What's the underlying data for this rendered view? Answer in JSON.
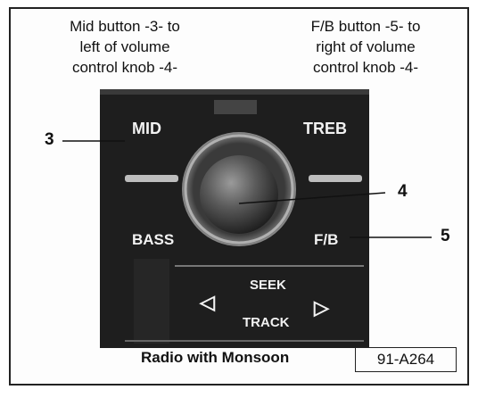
{
  "callouts": {
    "mid_caption": [
      "Mid button -3- to",
      "left of volume",
      "control knob -4-"
    ],
    "fb_caption": [
      "F/B button -5- to",
      "right of volume",
      "control knob -4-"
    ],
    "num_3": "3",
    "num_4": "4",
    "num_5": "5"
  },
  "buttons": {
    "mid": "MID",
    "treb": "TREB",
    "bass": "BASS",
    "fb": "F/B",
    "seek": "SEEK",
    "track": "TRACK",
    "left_arrow": "◁",
    "right_arrow": "▷"
  },
  "footer": {
    "title": "Radio with Monsoon",
    "figure_id": "91-A264"
  },
  "colors": {
    "panel": "#1e1e1e",
    "label": "#f2f2f2"
  }
}
